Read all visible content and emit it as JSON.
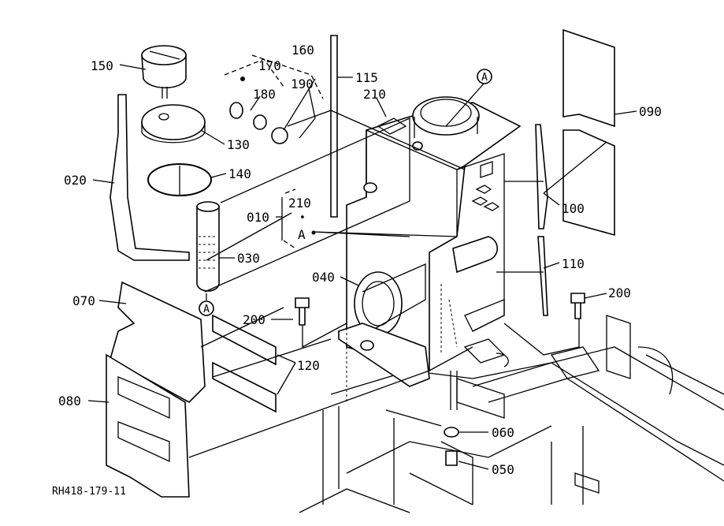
{
  "diagram": {
    "drawing_number": "RH418-179-11",
    "part_labels": {
      "p150": "150",
      "p170": "170",
      "p160": "160",
      "p180": "180",
      "p190": "190",
      "p115": "115",
      "p210a": "210",
      "p090": "090",
      "p130": "130",
      "p020": "020",
      "p140": "140",
      "p010": "010",
      "p210b": "210",
      "p100": "100",
      "p030": "030",
      "p110": "110",
      "p040": "040",
      "p200a": "200",
      "p070": "070",
      "p200b": "200",
      "p120": "120",
      "p080": "080",
      "p060": "060",
      "p050": "050"
    },
    "reference_marks": {
      "a_top": "A",
      "a_filter": "A",
      "a_group": "A",
      "group_dot": "•"
    }
  }
}
